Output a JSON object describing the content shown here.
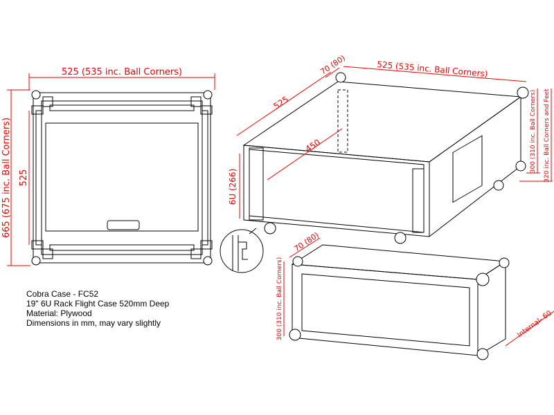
{
  "info": {
    "title": "Cobra Case - FC52",
    "description": "19\" 6U Rack Flight Case 520mm Deep",
    "material": "Material: Plywood",
    "note": "Dimensions in mm, may vary slightly"
  },
  "dimensions": {
    "front_width": "525 (535 inc. Ball Corners)",
    "front_height": "665 (675 inc. Ball Corners)",
    "front_inner_height": "525",
    "iso_depth": "525",
    "iso_lid_depth_top": "70 (80)",
    "iso_width": "525 (535 inc. Ball Corners)",
    "iso_internal_depth": "450",
    "rack_units": "6U (266)",
    "iso_height": "300 (310 inc. Ball Corners)",
    "iso_height_feet": "320 inc. Ball Corners and Feet",
    "lid_depth": "70 (80)",
    "lid_height": "300 (310 inc. Ball Corners)",
    "lid_internal": "Internal- 60"
  },
  "colors": {
    "dimension": "#e00000",
    "line": "#000000"
  }
}
